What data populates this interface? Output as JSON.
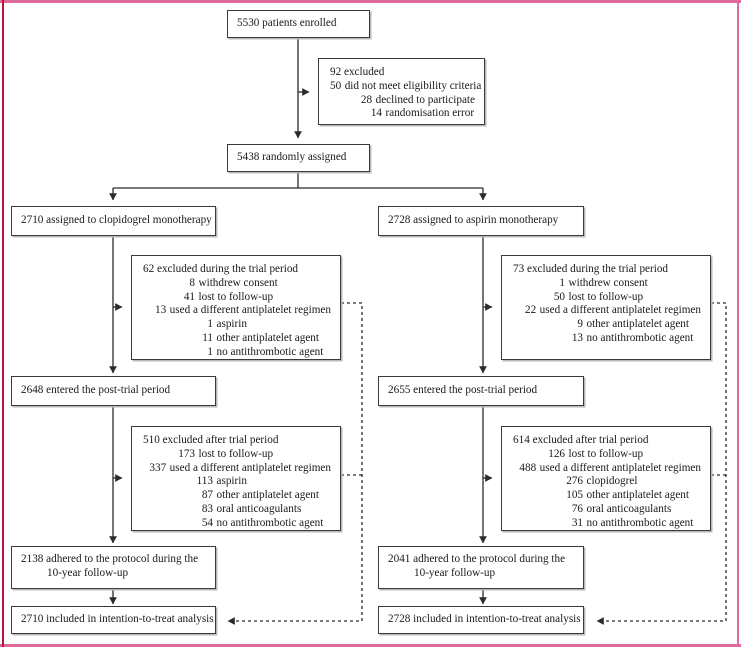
{
  "figure": {
    "type": "flow-diagram",
    "accent_color": "#e0699b",
    "accent_color_left": "#b8123f",
    "box_border_color": "#3a3a3a",
    "text_color": "#1a1a1a"
  },
  "nodes": {
    "enrolled": {
      "label": "5530 patients enrolled"
    },
    "excluded_screening": {
      "heading": "92 excluded",
      "items": [
        {
          "n": "50",
          "text": "did not meet eligibility criteria",
          "level": 1
        },
        {
          "n": "28",
          "text": "declined to participate",
          "level": 1
        },
        {
          "n": "14",
          "text": "randomisation error",
          "level": 1
        }
      ]
    },
    "randomised": {
      "label": "5438 randomly assigned"
    },
    "left_assigned": {
      "label": "2710 assigned to clopidogrel monotherapy"
    },
    "right_assigned": {
      "label": "2728 assigned to aspirin monotherapy"
    },
    "left_trial_excluded": {
      "heading": "62 excluded during the trial period",
      "items": [
        {
          "n": "8",
          "text": "withdrew consent",
          "level": 1
        },
        {
          "n": "41",
          "text": "lost to follow-up",
          "level": 1
        },
        {
          "n": "13",
          "text": "used a different antiplatelet regimen",
          "level": 1
        },
        {
          "n": "1",
          "text": "aspirin",
          "level": 2
        },
        {
          "n": "11",
          "text": "other antiplatelet agent",
          "level": 2
        },
        {
          "n": "1",
          "text": "no antithrombotic agent",
          "level": 2
        }
      ]
    },
    "right_trial_excluded": {
      "heading": "73 excluded during the trial period",
      "items": [
        {
          "n": "1",
          "text": "withdrew consent",
          "level": 1
        },
        {
          "n": "50",
          "text": "lost to follow-up",
          "level": 1
        },
        {
          "n": "22",
          "text": "used a different antiplatelet regimen",
          "level": 1
        },
        {
          "n": "9",
          "text": "other antiplatelet agent",
          "level": 2
        },
        {
          "n": "13",
          "text": "no antithrombotic agent",
          "level": 2
        }
      ]
    },
    "left_post_trial": {
      "label": "2648 entered the post-trial period"
    },
    "right_post_trial": {
      "label": "2655 entered the post-trial period"
    },
    "left_post_excluded": {
      "heading": "510 excluded after trial period",
      "items": [
        {
          "n": "173",
          "text": "lost to follow-up",
          "level": 1
        },
        {
          "n": "337",
          "text": "used a different antiplatelet regimen",
          "level": 1
        },
        {
          "n": "113",
          "text": "aspirin",
          "level": 2
        },
        {
          "n": "87",
          "text": "other antiplatelet agent",
          "level": 2
        },
        {
          "n": "83",
          "text": "oral anticoagulants",
          "level": 2
        },
        {
          "n": "54",
          "text": "no antithrombotic agent",
          "level": 2
        }
      ]
    },
    "right_post_excluded": {
      "heading": "614 excluded after trial period",
      "items": [
        {
          "n": "126",
          "text": "lost to follow-up",
          "level": 1
        },
        {
          "n": "488",
          "text": "used a different antiplatelet regimen",
          "level": 1
        },
        {
          "n": "276",
          "text": "clopidogrel",
          "level": 2
        },
        {
          "n": "105",
          "text": "other antiplatelet agent",
          "level": 2
        },
        {
          "n": "76",
          "text": "oral anticoagulants",
          "level": 2
        },
        {
          "n": "31",
          "text": "no antithrombotic agent",
          "level": 2
        }
      ]
    },
    "left_adhered": {
      "line1": "2138 adhered to the protocol during the",
      "line2": "10-year follow-up"
    },
    "right_adhered": {
      "line1": "2041 adhered to the protocol during the",
      "line2": "10-year follow-up"
    },
    "left_itt": {
      "label": "2710 included in intention-to-treat analysis"
    },
    "right_itt": {
      "label": "2728 included in intention-to-treat analysis"
    }
  }
}
